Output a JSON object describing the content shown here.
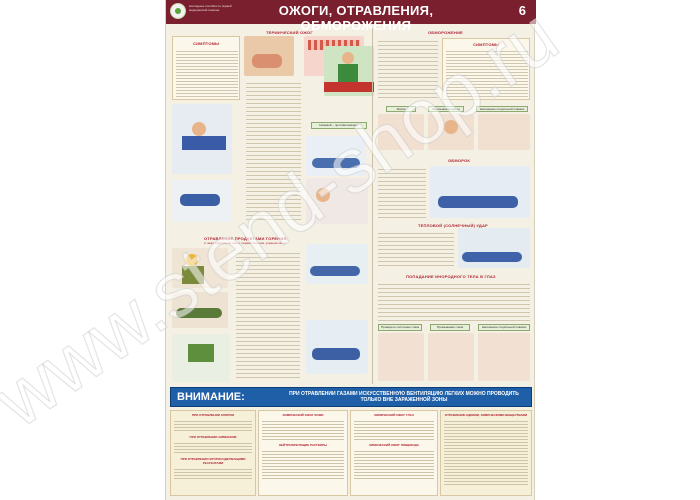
{
  "header": {
    "org_text": "Наглядные пособия по первой медицинской помощи",
    "title": "ОЖОГИ, ОТРАВЛЕНИЯ, ОБМОРОЖЕНИЯ",
    "number": "6"
  },
  "sections": {
    "thermal_burn": "ТЕРМИЧЕСКИЙ ОЖОГ",
    "symptoms": "СИМПТОМЫ",
    "frostbite": "ОБМОРОЖЕНИЕ",
    "frostbite_symptoms": "СИМПТОМЫ",
    "fainting": "ОБМОРОК",
    "heat_stroke": "ТЕПЛОВОЙ (СОЛНЕЧНЫЙ) УДАР",
    "combustion_poisoning": "ОТРАВЛЕНИЕ ПРОДУКТАМИ ГОРЕНИЯ,",
    "combustion_subtitle": "а также природным газом, парами бензина, угарным газом",
    "foreign_body_eye": "ПОПАДАНИЕ ИНОРОДНОГО ТЕЛА В ГЛАЗ"
  },
  "labels": {
    "neck_spine": "Ножевой – противопоказан?",
    "mask": "Маска",
    "eye_drop": "Закапывание капли",
    "bandage": "Наложение стерильной повязки",
    "rinse": "Промывание глаза",
    "apply_bandage": "Наложение стерильной повязки",
    "eye_check": "Проверьте состояние глаза"
  },
  "warning": {
    "title": "ВНИМАНИЕ:",
    "text": "ПРИ ОТРАВЛЕНИИ ГАЗАМИ ИСКУССТВЕННУЮ ВЕНТИЛЯЦИЮ ЛЕГКИХ МОЖНО ПРОВОДИТЬ ТОЛЬКО ВНЕ ЗАРАЖЕННОЙ ЗОНЫ"
  },
  "bottom": {
    "col1_title": "ПРИ ОТРАВЛЕНИИ ХЛОРОМ",
    "col1_title2": "ПРИ ОТРАВЛЕНИИ АММИАКОМ",
    "col1_title3": "ПРИ ОТРАВЛЕНИИ ФТОРОСОДЕРЖАЩИМИ РЕАГЕНТАМИ",
    "col2_title": "ХИМИЧЕСКИЙ ОЖОГ КОЖИ",
    "col2_title2": "НЕЙТРАЛИЗУЮЩИЕ РАСТВОРЫ",
    "col3_title": "ХИМИЧЕСКИЙ ОЖОГ ГЛАЗ",
    "col3_title2": "ХИМИЧЕСКИЙ ОЖОГ ПИЩЕВОДА",
    "col4_title": "ОТРАВЛЕНИЕ ЕДКИМИ, ХИМИЧЕСКИМИ ВЕЩЕСТВАМИ"
  },
  "watermark": "www.stend-shop.ru",
  "colors": {
    "header": "#7a1f2e",
    "section_red": "#b02233",
    "warning_blue": "#1f5fa8",
    "panel": "#f4f1e4"
  }
}
